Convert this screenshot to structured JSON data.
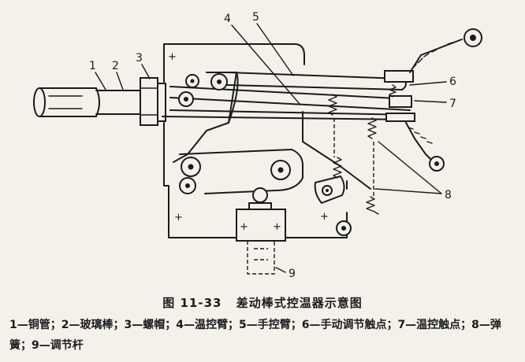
{
  "figure": {
    "number": "图 11-33",
    "title": "差动棒式控温器示意图",
    "callouts": [
      "1",
      "2",
      "3",
      "4",
      "5",
      "6",
      "7",
      "8",
      "9"
    ],
    "plus_mark": "+"
  },
  "legend": {
    "text": "1—铜管；2—玻璃棒；3—螺帽；4—温控臂；5—手控臂；6—手动调节触点；7—温控触点；8—弹簧；9—调节杆"
  }
}
